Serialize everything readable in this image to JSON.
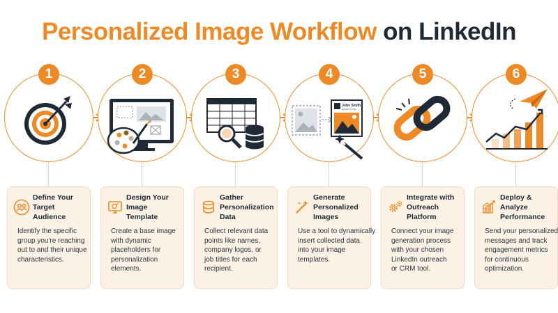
{
  "header": {
    "title_highlight": "Personalized Image Workflow",
    "title_rest": "on LinkedIn",
    "accent_color": "#ee8a25",
    "dark_color": "#1f2a36"
  },
  "steps": [
    {
      "number": "1",
      "illustration": "target-arrow",
      "icon": "audience-icon",
      "title": [
        "Define Your",
        "Target Audience"
      ],
      "description": [
        "Identify the specific",
        "group you're reaching",
        "out to and their unique",
        "characteristics."
      ]
    },
    {
      "number": "2",
      "illustration": "monitor-palette",
      "icon": "design-icon",
      "title": [
        "Design Your",
        "Image Template"
      ],
      "description": [
        "Create a base image",
        "with dynamic",
        "placeholders for",
        "personalization",
        "elements."
      ]
    },
    {
      "number": "3",
      "illustration": "spreadsheet-database",
      "icon": "database-icon",
      "title": [
        "Gather",
        "Personalization Data"
      ],
      "description": [
        "Collect relevant data",
        "points like names,",
        "company logos, or",
        "job titles for each",
        "recipient."
      ]
    },
    {
      "number": "4",
      "illustration": "image-cards-wand",
      "icon": "magic-wand-icon",
      "card_name": "John Smith",
      "card_company": "Acme Corp.",
      "title": [
        "Generate",
        "Personalized Images"
      ],
      "description": [
        "Use a tool to dynamically",
        "insert collected data",
        "into your image",
        "templates."
      ]
    },
    {
      "number": "5",
      "illustration": "chain-link",
      "icon": "gears-icon",
      "title": [
        "Integrate with",
        "Outreach Platform"
      ],
      "description": [
        "Connect your image",
        "generation process",
        "with your chosen",
        "LinkedIn outreach",
        "or CRM tool."
      ]
    },
    {
      "number": "6",
      "illustration": "paper-plane-chart",
      "icon": "bar-chart-icon",
      "title": [
        "Deploy & Analyze",
        "Performance"
      ],
      "description": [
        "Send your personalized",
        "messages and track",
        "engagement metrics",
        "for continuous",
        "optimization."
      ]
    }
  ]
}
